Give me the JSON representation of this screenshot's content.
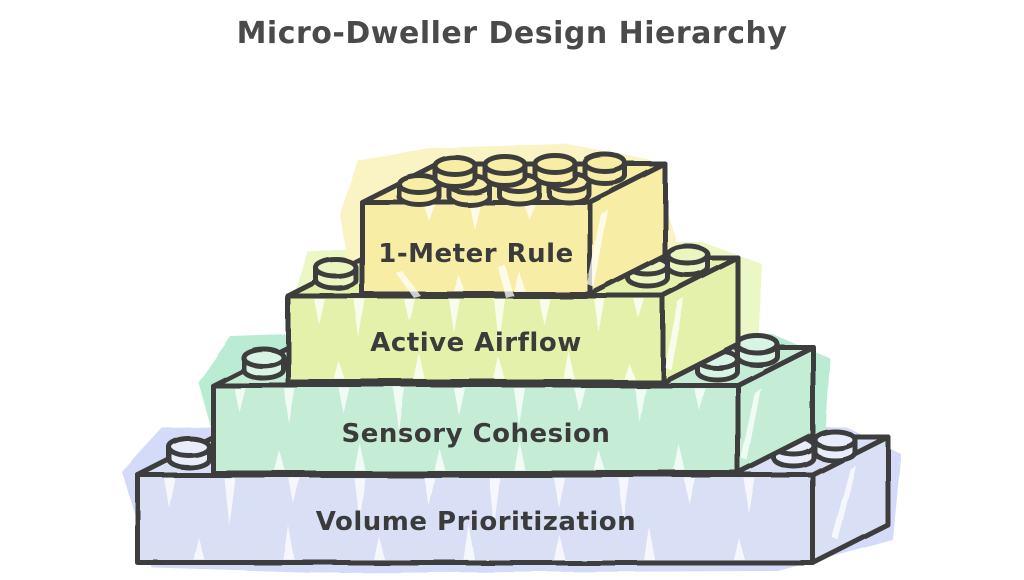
{
  "title": "Micro-Dweller Design Hierarchy",
  "colors": {
    "background": "#ffffff",
    "outline": "#3d3d3d",
    "title_text": "#4a4a4a",
    "label_text": "#3b3b3b",
    "highlight": "#ffffff"
  },
  "levels": [
    {
      "label": "1-Meter Rule",
      "color": "#f7eda4",
      "glow": "#faf3c4",
      "stud_color": "#f7eda4"
    },
    {
      "label": "Active Airflow",
      "color": "#e3f1ab",
      "glow": "#ecf7c6",
      "stud_color": "#ebf5c0"
    },
    {
      "label": "Sensory Cohesion",
      "color": "#c5edd6",
      "glow": "#b9ecd3",
      "stud_color": "#d8f4e5"
    },
    {
      "label": "Volume Prioritization",
      "color": "#d9dff4",
      "glow": "#d3dbf8",
      "stud_color": "#e9edfa"
    }
  ]
}
